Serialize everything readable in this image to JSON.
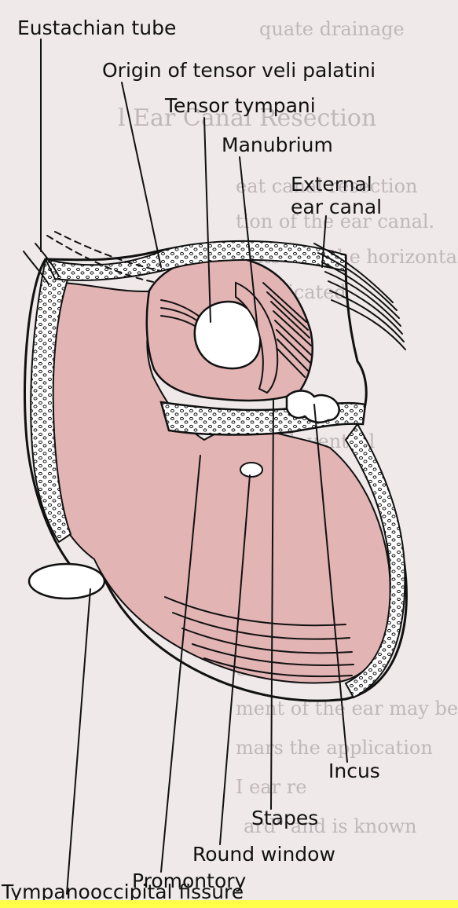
{
  "labels": {
    "eustachian_tube": "Eustachian tube",
    "origin_tensor_veli_palatini": "Origin of tensor veli palatini",
    "tensor_tympani": "Tensor tympani",
    "manubrium": "Manubrium",
    "external_ear_canal_line1": "External",
    "external_ear_canal_line2": "ear canal",
    "incus": "Incus",
    "stapes": "Stapes",
    "round_window": "Round window",
    "promontory": "Promontory",
    "tympanooccipital_fissure": "Tympanooccipital fissure"
  },
  "colors": {
    "tissue_pink": "#e3b4b4",
    "bone_white": "#ffffff",
    "ink": "#111111",
    "page_background": "#f3efee",
    "highlight_bar": "#ffff4a"
  }
}
